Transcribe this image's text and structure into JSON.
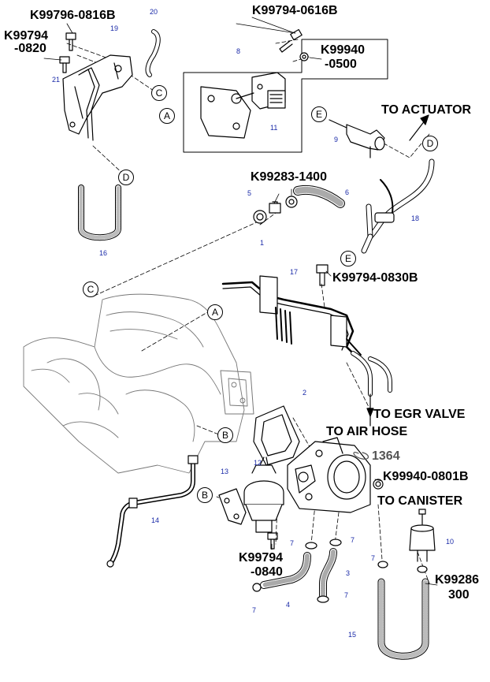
{
  "part_numbers": {
    "k99796_0816b": "K99796-0816B",
    "k99794_0820_a": "K99794",
    "k99794_0820_b": "-0820",
    "k99794_0616b": "K99794-0616B",
    "k99940_0500_a": "K99940",
    "k99940_0500_b": "-0500",
    "k99283_1400": "K99283-1400",
    "k99794_0830b": "K99794-0830B",
    "k99940_0801b": "K99940-0801B",
    "k99794_0840_a": "K99794",
    "k99794_0840_b": "-0840",
    "k99286_a": "K99286",
    "k99286_b": "300",
    "code_1364": "1364"
  },
  "destinations": {
    "to_actuator": "TO ACTUATOR",
    "to_egr_valve": "TO EGR VALVE",
    "to_air_hose": "TO AIR HOSE",
    "to_canister": "TO CANISTER"
  },
  "ref_numbers": {
    "n1": "1",
    "n2": "2",
    "n3": "3",
    "n4": "4",
    "n5": "5",
    "n6": "6",
    "n7a": "7",
    "n7b": "7",
    "n7c": "7",
    "n7d": "7",
    "n7e": "7",
    "n8": "8",
    "n9": "9",
    "n10": "10",
    "n11": "11",
    "n12": "12",
    "n13": "13",
    "n14": "14",
    "n15": "15",
    "n16": "16",
    "n17": "17",
    "n18": "18",
    "n19": "19",
    "n20": "20",
    "n21": "21"
  },
  "callouts": {
    "a1": "A",
    "a2": "A",
    "b1": "B",
    "b2": "B",
    "c1": "C",
    "c2": "C",
    "d1": "D",
    "d2": "D",
    "e1": "E",
    "e2": "E"
  },
  "colors": {
    "line": "#000000",
    "ref_text": "#1a2aa8",
    "fill": "#ffffff"
  }
}
